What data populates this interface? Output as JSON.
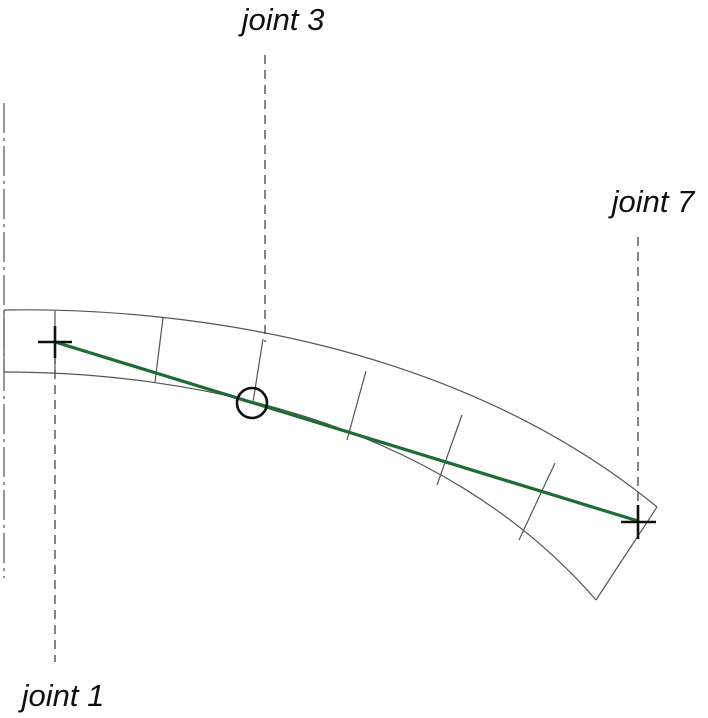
{
  "labels": {
    "joint1": "joint 1",
    "joint3": "joint 3",
    "joint7": "joint 7"
  },
  "colors": {
    "line": "#1e6b35",
    "outline": "#555555",
    "guide": "#444444",
    "marker": "#111111"
  },
  "icons": {
    "start_marker": "plus-marker",
    "mid_marker": "circle-marker",
    "end_marker": "plus-marker"
  }
}
